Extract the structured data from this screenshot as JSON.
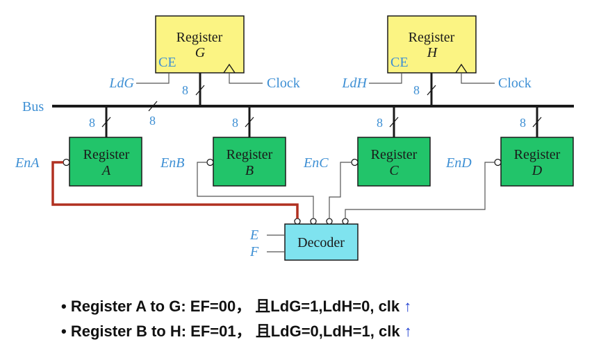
{
  "registers_top": [
    {
      "title": "Register",
      "letter": "G",
      "ce": "CE",
      "load": "LdG",
      "clock": "Clock",
      "bits": "8"
    },
    {
      "title": "Register",
      "letter": "H",
      "ce": "CE",
      "load": "LdH",
      "clock": "Clock",
      "bits": "8"
    }
  ],
  "bus": {
    "label": "Bus",
    "width": "8"
  },
  "registers_bottom": [
    {
      "title": "Register",
      "letter": "A",
      "enable": "EnA",
      "bits": "8"
    },
    {
      "title": "Register",
      "letter": "B",
      "enable": "EnB",
      "bits": "8"
    },
    {
      "title": "Register",
      "letter": "C",
      "enable": "EnC",
      "bits": "8"
    },
    {
      "title": "Register",
      "letter": "D",
      "enable": "EnD",
      "bits": "8"
    }
  ],
  "decoder": {
    "label": "Decoder",
    "inputs": [
      "E",
      "F"
    ]
  },
  "notes": [
    {
      "bullet": "•",
      "text": "Register A to G:  EF=00， 且LdG=1,LdH=0, clk",
      "arrow": "↑"
    },
    {
      "bullet": "•",
      "text": "Register B to H:  EF=01， 且LdG=0,LdH=1, clk",
      "arrow": "↑"
    }
  ],
  "colors": {
    "top_register_fill": "#fbf483",
    "bottom_register_fill": "#22c46a",
    "decoder_fill": "#7fe3ef",
    "label_blue": "#3d8fd4",
    "highlight_wire": "#b03020",
    "clock_arrow": "#1f3fd1"
  }
}
